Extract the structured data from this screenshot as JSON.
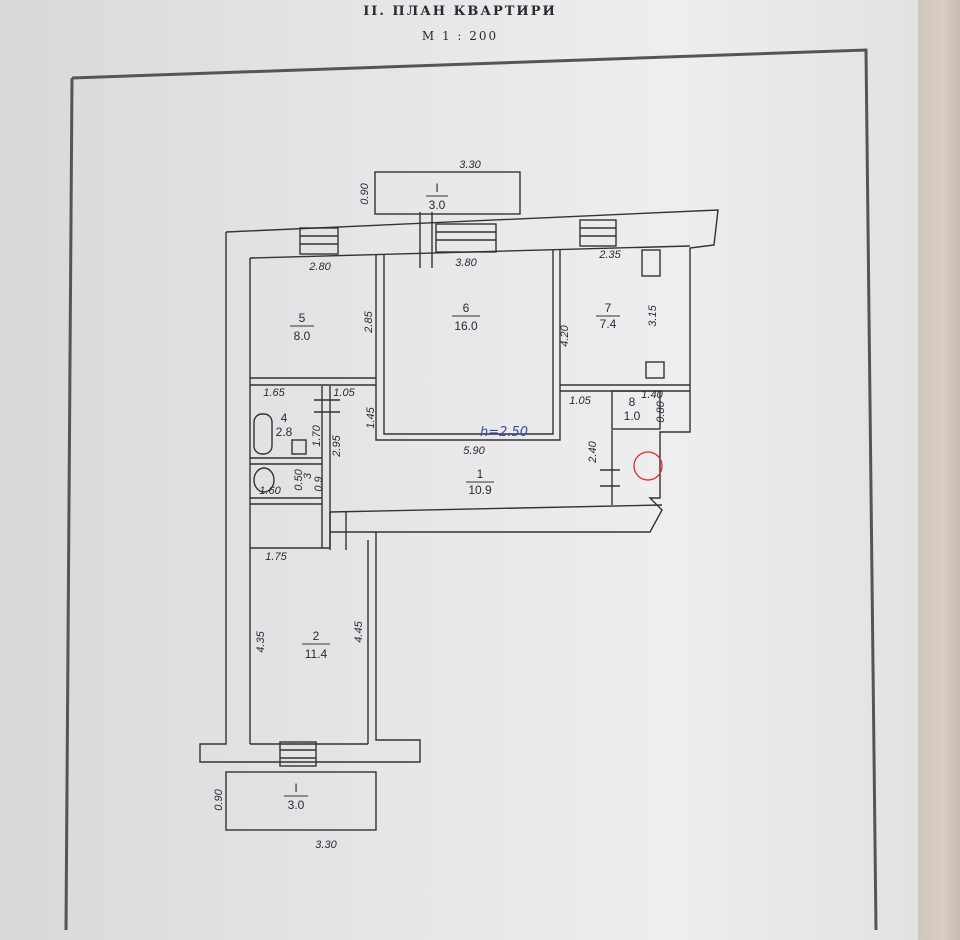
{
  "header": {
    "title": "II. ПЛАН КВАРТИРИ",
    "scale": "М 1 : 200"
  },
  "ceiling_note": "h=2.50",
  "balconies": [
    {
      "id": "top",
      "roman": "I",
      "area": "3.0",
      "width": "3.30",
      "depth": "0.90"
    },
    {
      "id": "bottom",
      "roman": "I",
      "area": "3.0",
      "width": "3.30",
      "depth": "0.90"
    }
  ],
  "rooms": [
    {
      "number": "5",
      "area": "8.0"
    },
    {
      "number": "6",
      "area": "16.0"
    },
    {
      "number": "7",
      "area": "7.4"
    },
    {
      "number": "4",
      "area": "2.8"
    },
    {
      "number": "8",
      "area": "1.0"
    },
    {
      "number": "1",
      "area": "10.9"
    },
    {
      "number": "3",
      "area": "0.9"
    },
    {
      "number": "2",
      "area": "11.4"
    }
  ],
  "dimensions": {
    "r5_width": "2.80",
    "r5_height": "2.85",
    "r6_width": "3.80",
    "r6_height": "4.20",
    "r7_width": "2.35",
    "r7_height": "3.15",
    "d_165": "1.65",
    "d_105a": "1.05",
    "d_105b": "1.05",
    "d_140": "1.40",
    "d_080": "0.80",
    "d_170": "1.70",
    "d_295": "2.95",
    "d_145": "1.45",
    "d_590": "5.90",
    "d_240": "2.40",
    "d_160": "1.60",
    "d_050": "0.50",
    "d_175": "1.75",
    "r2_left": "4.35",
    "r2_right": "4.45"
  }
}
